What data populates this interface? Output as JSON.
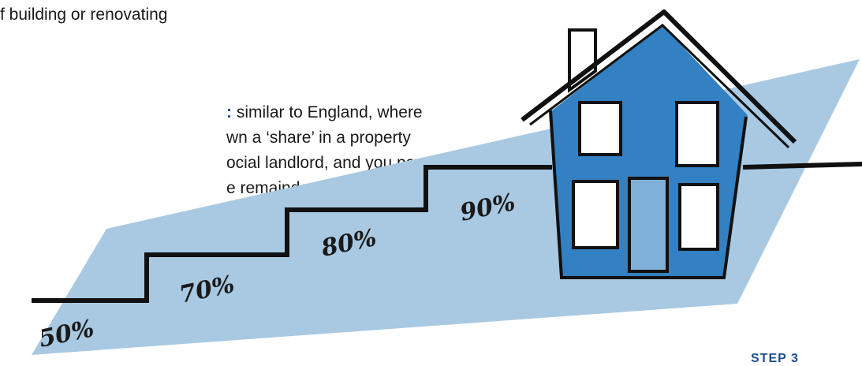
{
  "text": {
    "line1": "f building or renovating",
    "line2_bold": ":",
    "line2_rest": " similar to England, where",
    "line3": "wn a ‘share’ in a property",
    "line4": "ocial landlord, and you pay",
    "line5": "e remainder."
  },
  "steps": {
    "labels": [
      "50%",
      "70%",
      "80%",
      "90%"
    ]
  },
  "footer": {
    "cropped_text": "STEP 3"
  },
  "colors": {
    "light_blue": "#a9c9e2",
    "house_blue": "#3380c2",
    "door_blue": "#7fb0d8",
    "outline": "#111111",
    "accent_text": "#1d4f8c"
  }
}
